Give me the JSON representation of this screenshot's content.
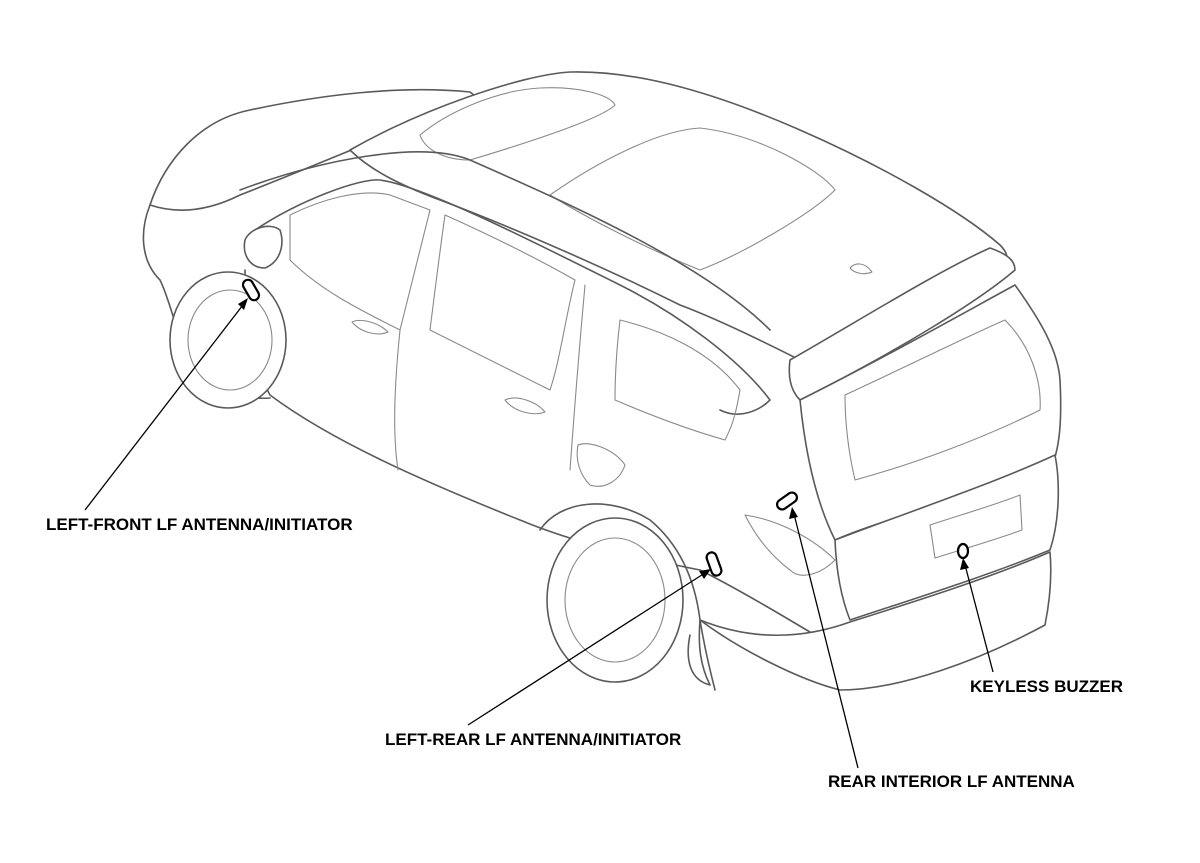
{
  "callouts": {
    "left_front": "LEFT-FRONT LF ANTENNA/INITIATOR",
    "left_rear": "LEFT-REAR LF ANTENNA/INITIATOR",
    "rear_interior": "REAR INTERIOR LF ANTENNA",
    "keyless_buzzer": "KEYLESS BUZZER"
  }
}
